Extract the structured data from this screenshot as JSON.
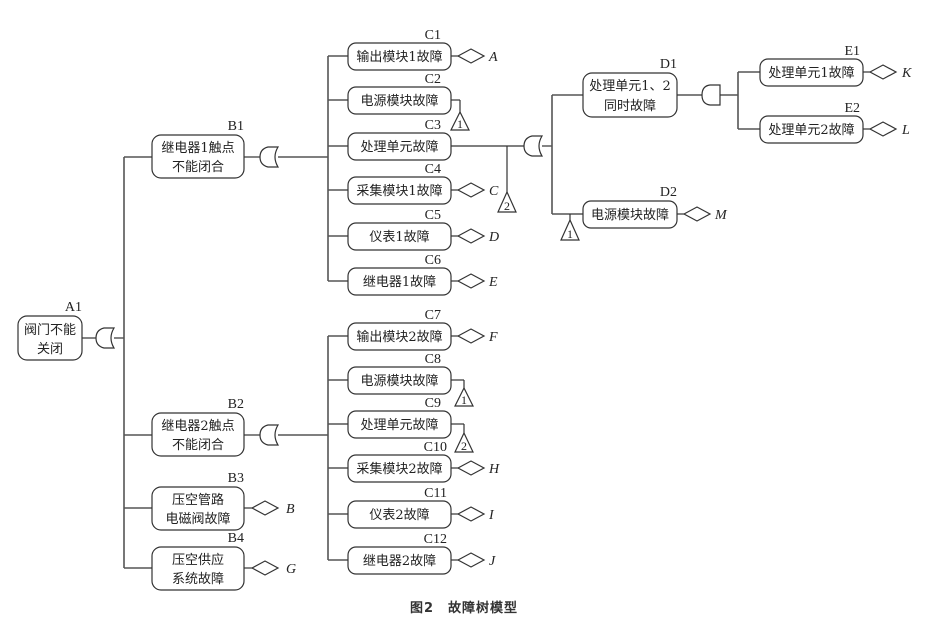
{
  "caption": "图2　故障树模型",
  "nodes": {
    "A1": {
      "id": "A1",
      "lines": [
        "阀门不能",
        "关闭"
      ]
    },
    "B1": {
      "id": "B1",
      "lines": [
        "继电器1触点",
        "不能闭合"
      ]
    },
    "B2": {
      "id": "B2",
      "lines": [
        "继电器2触点",
        "不能闭合"
      ]
    },
    "B3": {
      "id": "B3",
      "lines": [
        "压空管路",
        "电磁阀故障"
      ],
      "event": "B"
    },
    "B4": {
      "id": "B4",
      "lines": [
        "压空供应",
        "系统故障"
      ],
      "event": "G"
    },
    "C1": {
      "id": "C1",
      "lines": [
        "输出模块1故障"
      ],
      "event": "A"
    },
    "C2": {
      "id": "C2",
      "lines": [
        "电源模块故障"
      ],
      "transfer": "1"
    },
    "C3": {
      "id": "C3",
      "lines": [
        "处理单元故障"
      ],
      "transfer": "2"
    },
    "C4": {
      "id": "C4",
      "lines": [
        "采集模块1故障"
      ],
      "event": "C"
    },
    "C5": {
      "id": "C5",
      "lines": [
        "仪表1故障"
      ],
      "event": "D"
    },
    "C6": {
      "id": "C6",
      "lines": [
        "继电器1故障"
      ],
      "event": "E"
    },
    "C7": {
      "id": "C7",
      "lines": [
        "输出模块2故障"
      ],
      "event": "F"
    },
    "C8": {
      "id": "C8",
      "lines": [
        "电源模块故障"
      ],
      "transfer": "1"
    },
    "C9": {
      "id": "C9",
      "lines": [
        "处理单元故障"
      ],
      "transfer": "2"
    },
    "C10": {
      "id": "C10",
      "lines": [
        "采集模块2故障"
      ],
      "event": "H"
    },
    "C11": {
      "id": "C11",
      "lines": [
        "仪表2故障"
      ],
      "event": "I"
    },
    "C12": {
      "id": "C12",
      "lines": [
        "继电器2故障"
      ],
      "event": "J"
    },
    "D1": {
      "id": "D1",
      "lines": [
        "处理单元1、2",
        "同时故障"
      ]
    },
    "D2": {
      "id": "D2",
      "lines": [
        "电源模块故障"
      ],
      "event": "M",
      "transfer": "1"
    },
    "E1": {
      "id": "E1",
      "lines": [
        "处理单元1故障"
      ],
      "event": "K"
    },
    "E2": {
      "id": "E2",
      "lines": [
        "处理单元2故障"
      ],
      "event": "L"
    }
  },
  "gates": {
    "A1": "or",
    "B1": "or",
    "B2": "or",
    "C3": "or",
    "D1": "and"
  },
  "transfer_symbols": {
    "C2": "1",
    "C3": "2",
    "C8": "1",
    "C9": "2",
    "D2": "1"
  }
}
